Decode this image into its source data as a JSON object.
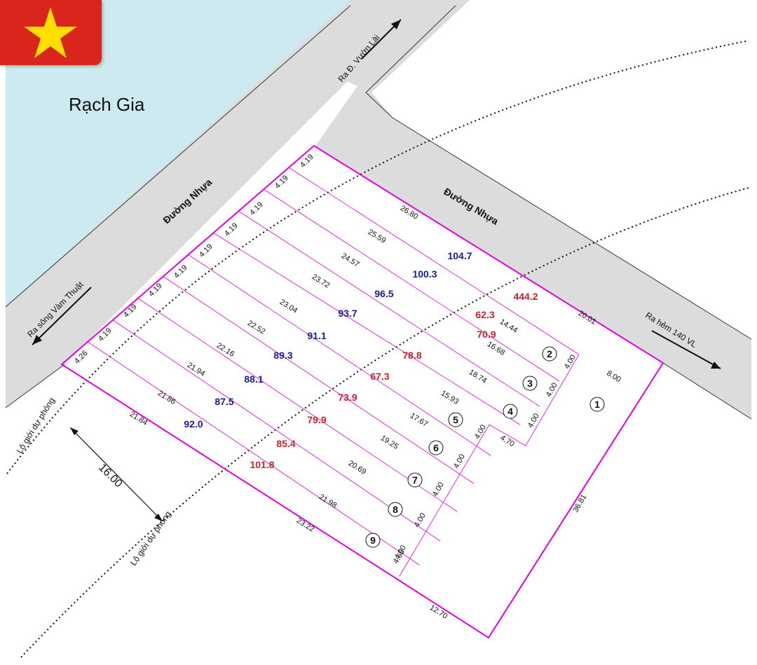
{
  "city_label": "Rạch Gia",
  "road_labels": {
    "left": "Đường Nhựa",
    "right": "Đường Nhựa"
  },
  "direction_labels": {
    "top": "Ra Đ. Vườn Lài",
    "left": "Ra sông Vàm Thuật",
    "right": "Ra hẻm 140 VL"
  },
  "setback_labels": {
    "upper": "Lộ giới dự phóng",
    "lower": "Lộ giới dự phóng"
  },
  "setback_distance": "16.00",
  "frontage_widths": [
    "4.19",
    "4.19",
    "4.19",
    "4.19",
    "4.19",
    "4.19",
    "4.19",
    "4.19",
    "4.19",
    "4.26"
  ],
  "lot_depths": [
    "26.80",
    "25.59",
    "24.57",
    "23.72",
    "23.04",
    "22.52",
    "22.16",
    "21.94",
    "21.86",
    "21.84"
  ],
  "blue_areas": [
    "104.7",
    "100.3",
    "96.5",
    "93.7",
    "91.1",
    "89.3",
    "88.1",
    "87.5",
    "92.0"
  ],
  "lot_numbers": [
    "1",
    "2",
    "3",
    "4",
    "5",
    "6",
    "7",
    "8",
    "9"
  ],
  "rear_depths": [
    "14.44",
    "16.68",
    "18.74",
    "15.93",
    "17.67",
    "19.25",
    "20.69",
    "21.98"
  ],
  "red_areas": [
    "444.2",
    "62.3",
    "70.9",
    "78.8",
    "67.3",
    "73.9",
    "79.9",
    "85.4",
    "101.8"
  ],
  "rear_widths": [
    "4.00",
    "4.00",
    "4.00",
    "4.00",
    "4.00",
    "4.00",
    "4.00",
    "4.00"
  ],
  "misc_dims": {
    "right_front": "20.01",
    "right_side": "8.00",
    "east": "36.81",
    "south": "12.70",
    "southwest": "23.22",
    "notch": "4.70",
    "lot9_end": "4.65"
  },
  "colors": {
    "water": "#cdeaf0",
    "road": "#dcdcdc",
    "boundary": "#e100e0",
    "blue": "#1a1a9c",
    "red": "#c8242a",
    "flag_red": "#da251d",
    "flag_star": "#ffde00"
  }
}
